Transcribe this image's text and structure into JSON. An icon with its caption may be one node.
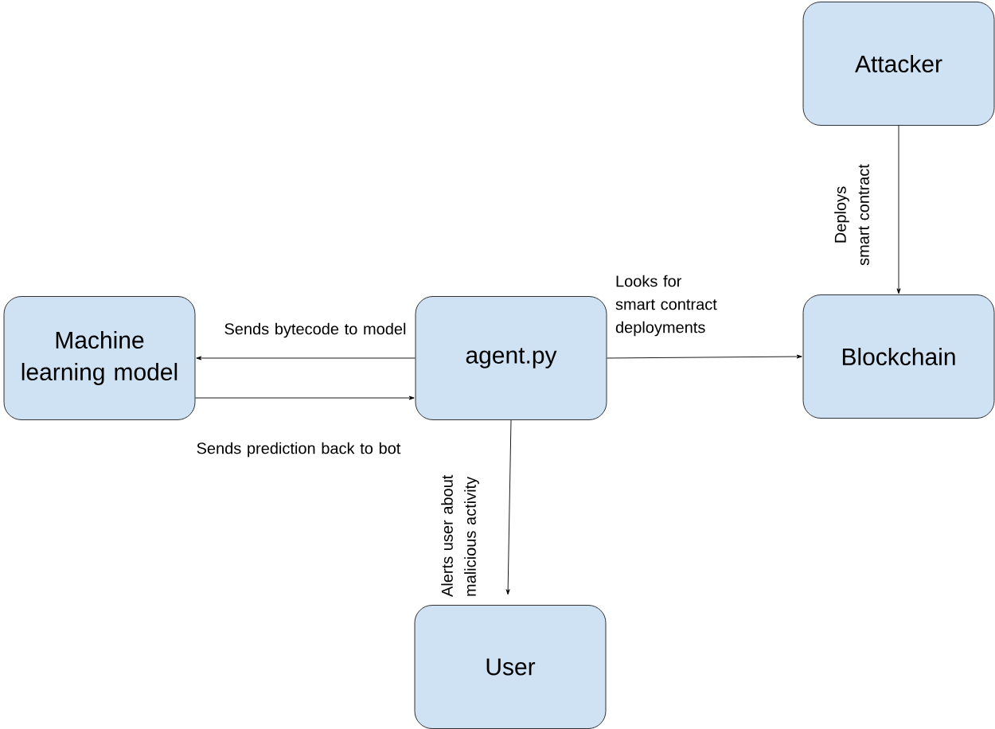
{
  "diagram": {
    "nodes": [
      {
        "text": [
          "Attacker"
        ]
      },
      {
        "text": [
          "Machine learning model"
        ]
      },
      {
        "text": [
          "agent.py"
        ]
      },
      {
        "text": [
          "Blockchain"
        ]
      },
      {
        "text": [
          "User"
        ]
      }
    ],
    "edges": [
      {
        "from": 0,
        "to": 3,
        "arrow": "to",
        "label": "Deploys smart contract"
      },
      {
        "from": 2,
        "to": 1,
        "arrow": "to",
        "label": "Sends bytecode to model"
      },
      {
        "from": 1,
        "to": 2,
        "arrow": "to",
        "label": "Sends prediction back to bot"
      },
      {
        "from": 2,
        "to": 3,
        "arrow": "to",
        "label": "Looks for smart contract deployments"
      },
      {
        "from": 2,
        "to": 4,
        "arrow": "to",
        "label": "Alerts user about malicious activity"
      }
    ]
  }
}
